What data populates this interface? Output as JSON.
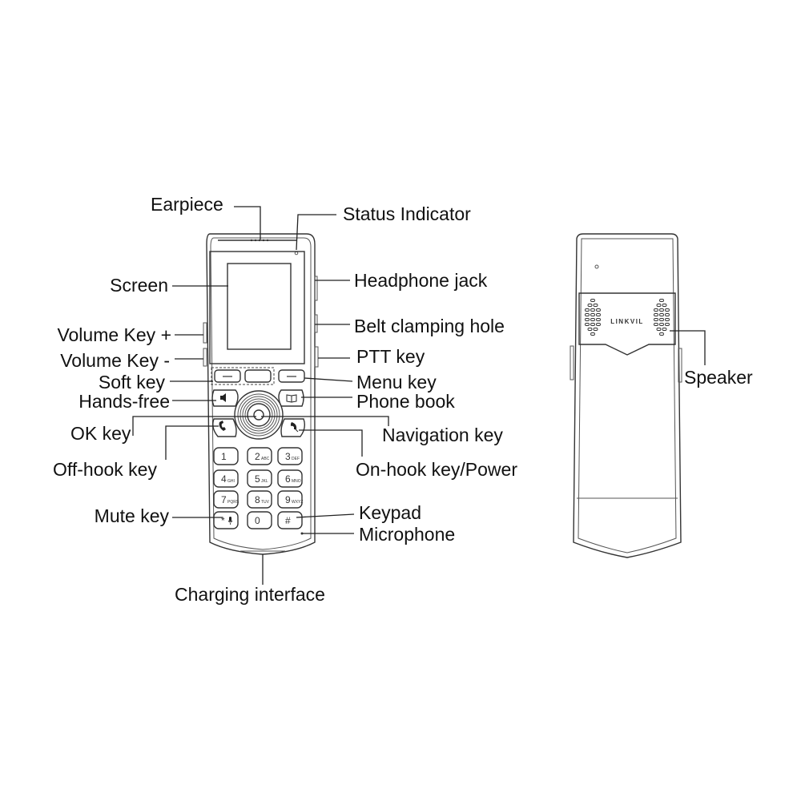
{
  "labels": {
    "earpiece": "Earpiece",
    "status_indicator": "Status Indicator",
    "screen": "Screen",
    "headphone_jack": "Headphone jack",
    "volume_up": "Volume Key +",
    "belt_clamping_hole": "Belt clamping hole",
    "volume_down": "Volume Key -",
    "ptt_key": "PTT key",
    "soft_key": "Soft key",
    "menu_key": "Menu key",
    "hands_free": "Hands-free",
    "phone_book": "Phone book",
    "ok_key": "OK key",
    "navigation_key": "Navigation key",
    "off_hook_key": "Off-hook key",
    "on_hook_power": "On-hook key/Power",
    "mute_key": "Mute key",
    "keypad": "Keypad",
    "microphone": "Microphone",
    "charging_interface": "Charging interface",
    "speaker": "Speaker"
  },
  "brand_logo": "LINKVIL",
  "keypad_keys": [
    {
      "digit": "1",
      "letters": ""
    },
    {
      "digit": "2",
      "letters": "ABC"
    },
    {
      "digit": "3",
      "letters": "DEF"
    },
    {
      "digit": "4",
      "letters": "GHI"
    },
    {
      "digit": "5",
      "letters": "JKL"
    },
    {
      "digit": "6",
      "letters": "MNO"
    },
    {
      "digit": "7",
      "letters": "PQRS"
    },
    {
      "digit": "8",
      "letters": "TUV"
    },
    {
      "digit": "9",
      "letters": "WXYZ"
    },
    {
      "digit": "*",
      "letters": ""
    },
    {
      "digit": "0",
      "letters": ""
    },
    {
      "digit": "#",
      "letters": ""
    }
  ],
  "icons": {
    "hands_free": "speaker-icon",
    "phone_book": "book-icon",
    "off_hook": "phone-handset-icon",
    "on_hook": "phone-hangup-icon",
    "mute": "microphone-icon"
  }
}
